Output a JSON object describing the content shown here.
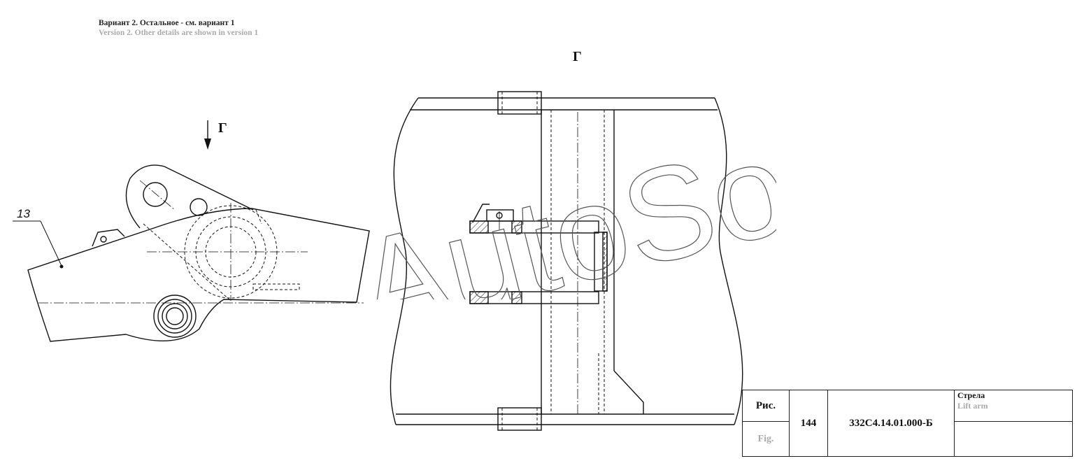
{
  "header": {
    "line_ru": "Вариант 2. Остальное - см. вариант 1",
    "line_en": "Version 2. Other details are shown in version 1"
  },
  "view": {
    "label_top": "Г",
    "label_arrow": "Г"
  },
  "callouts": {
    "position_13": "13"
  },
  "watermark": {
    "text": "AutoSoft"
  },
  "stamp": {
    "fig_ru": "Рис.",
    "fig_en": "Fig.",
    "fig_number": "144",
    "document": "332С4.14.01.000-Б",
    "name_ru": "Стрела",
    "name_en": "Lift arm"
  }
}
